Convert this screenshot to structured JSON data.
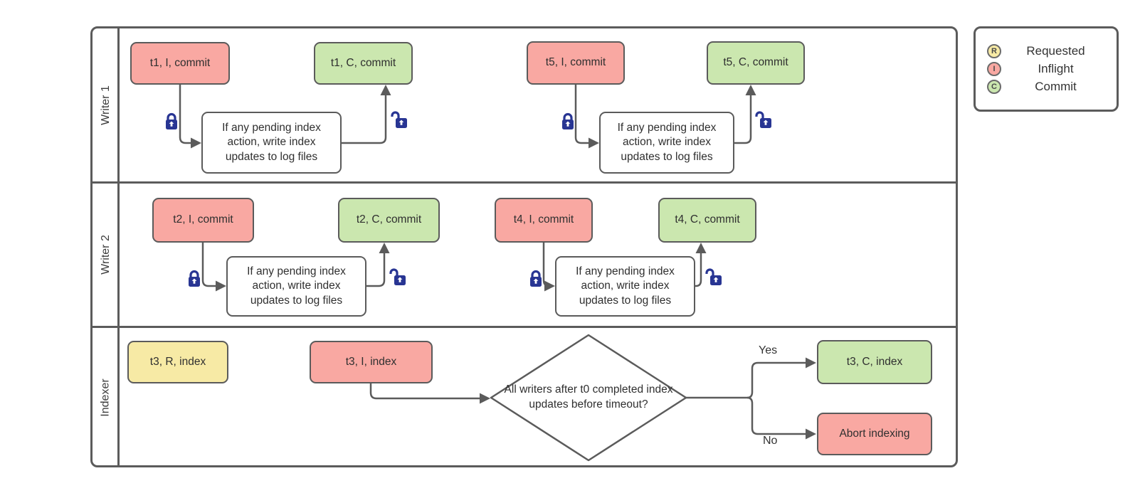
{
  "colors": {
    "border_gray": "#5b5b5b",
    "inflight_red": "#f9a8a2",
    "commit_green": "#cbe7af",
    "requested_yellow": "#f7eaa5",
    "lock_blue": "#283593",
    "background": "#ffffff"
  },
  "lanes": [
    {
      "label": "Writer 1"
    },
    {
      "label": "Writer 2"
    },
    {
      "label": "Indexer"
    }
  ],
  "process_note": "If any pending index action, write index updates to log files",
  "writer1": {
    "inflight1": "t1, I, commit",
    "commit1": "t1, C, commit",
    "inflight2": "t5, I, commit",
    "commit2": "t5, C, commit"
  },
  "writer2": {
    "inflight1": "t2, I, commit",
    "commit1": "t2, C, commit",
    "inflight2": "t4, I, commit",
    "commit2": "t4, C, commit"
  },
  "indexer": {
    "requested": "t3, R, index",
    "inflight": "t3, I, index",
    "decision": "All writers after t0 completed index updates before timeout?",
    "yes": "Yes",
    "no": "No",
    "commit": "t3, C, index",
    "abort": "Abort indexing"
  },
  "legend": {
    "items": [
      {
        "letter": "R",
        "label": "Requested"
      },
      {
        "letter": "I",
        "label": "Inflight"
      },
      {
        "letter": "C",
        "label": "Commit"
      }
    ]
  }
}
